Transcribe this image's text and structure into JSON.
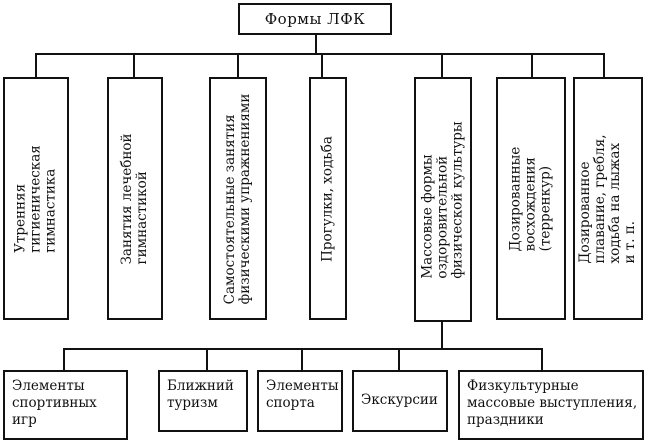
{
  "diagram": {
    "root": "Формы ЛФК",
    "forms": [
      "Утренняя\nгигиеническая\nгимнастика",
      "Занятия лечебной\nгимнастикой",
      "Самостоятельные занятия\nфизическими упражнениями",
      "Прогулки, ходьба",
      "Массовые формы\nоздоровительной\nфизической культуры",
      "Дозированные\nвосхождения\n(терренкур)",
      "Дозированное\nплавание, гребля,\nходьба на лыжах\nи т. п."
    ],
    "mass_forms": [
      "Элементы\nспортивных\nигр",
      "Ближний\nтуризм",
      "Элементы\nспорта",
      "Экскурсии",
      "Физкультурные\nмассовые выступления,\nпраздники"
    ]
  }
}
